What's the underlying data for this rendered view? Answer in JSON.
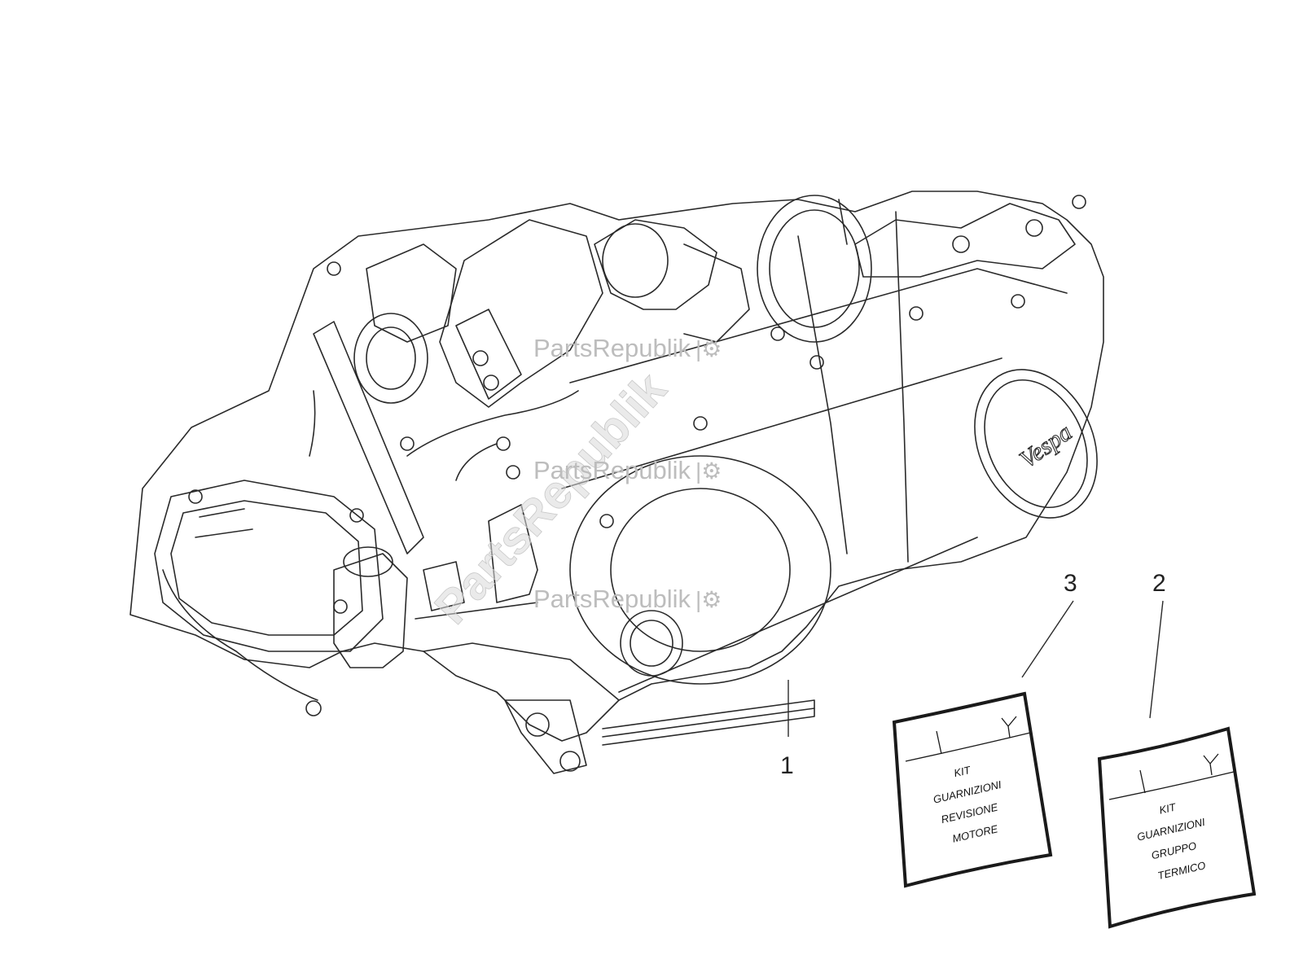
{
  "callouts": [
    {
      "number": "1",
      "part": "engine-assembly"
    },
    {
      "number": "3",
      "part": "gasket-kit-engine-overhaul"
    },
    {
      "number": "2",
      "part": "gasket-kit-thermal-group"
    }
  ],
  "kits": {
    "kit3": {
      "lines": [
        "KIT",
        "GUARNIZIONI",
        "REVISIONE",
        "MOTORE"
      ]
    },
    "kit2": {
      "lines": [
        "KIT",
        "GUARNIZIONI",
        "GRUPPO",
        "TERMICO"
      ]
    }
  },
  "cover_logo": "Vespa",
  "watermarks": {
    "text": "PartsRepublik",
    "diagonal_text": "PartsRepublik"
  },
  "icons": [
    "gear-icon"
  ],
  "colors": {
    "line": "#2a2a2a",
    "watermark": "#bdbdbd",
    "background": "#ffffff"
  }
}
